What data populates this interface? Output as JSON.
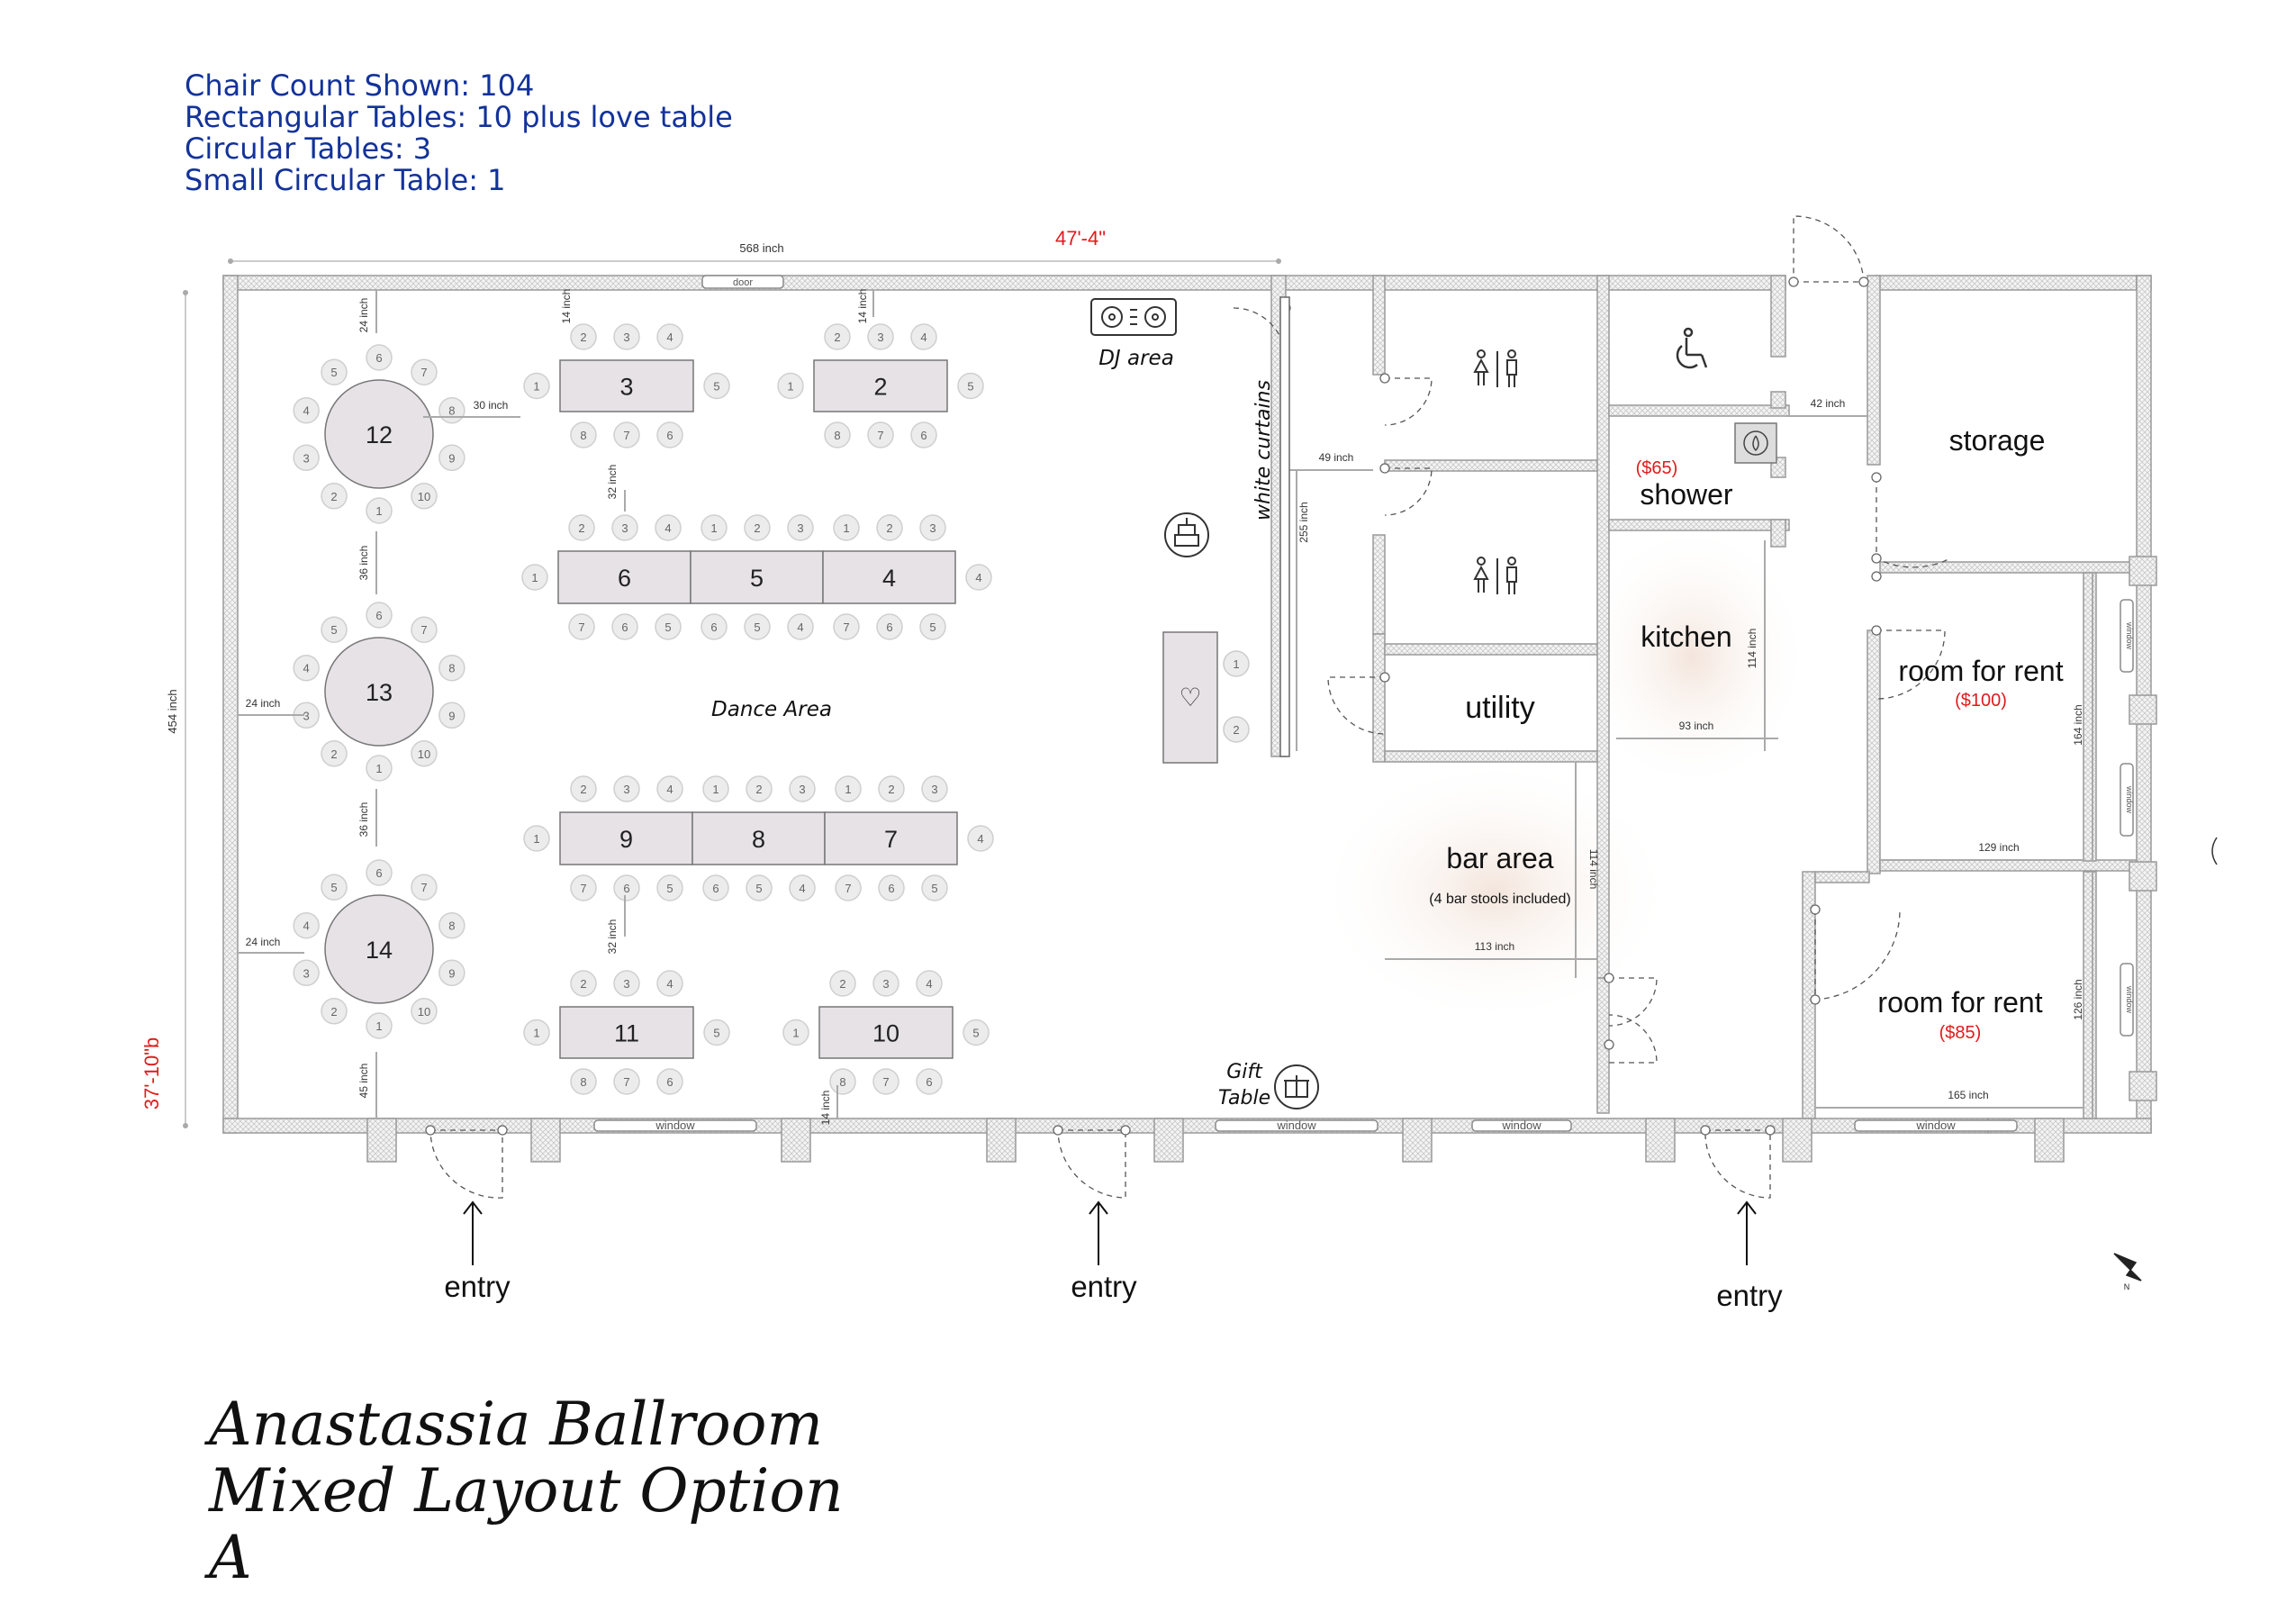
{
  "stats": [
    "Chair Count Shown: 104",
    "Rectangular Tables: 10 plus love table",
    "Circular Tables: 3",
    "Small Circular Table: 1"
  ],
  "title_lines": [
    "Anastassia Ballroom",
    "Mixed Layout Option",
    "A"
  ],
  "dims": {
    "total_width_in": "568 inch",
    "total_width_ft": "47'-4\"",
    "total_height_in": "454 inch",
    "total_height_ft": "37'-10\"b",
    "round_top": "24 inch",
    "round_right": "30 inch",
    "round_gap1": "36 inch",
    "round_gap2": "36 inch",
    "round_left13": "24 inch",
    "round_left14": "24 inch",
    "round_bottom": "45 inch",
    "t3_top": "14 inch",
    "t2_top": "14 inch",
    "t3_to_6": "32 inch",
    "t9_to_11": "32 inch",
    "t10_bottom": "14 inch",
    "curtain_gap": "49 inch",
    "curtain_len": "255 inch",
    "shower_gap": "42 inch",
    "kitchen_h": "114 inch",
    "kitchen_w": "93 inch",
    "bar_h": "114 inch",
    "bar_w": "113 inch",
    "rent1_h": "164 inch",
    "rent1_w": "129 inch",
    "rent2_h": "126 inch",
    "rent2_w": "165 inch"
  },
  "labels": {
    "door": "door",
    "window": "window",
    "dj": "DJ area",
    "dance": "Dance Area",
    "curtains": "white curtains",
    "gift": [
      "Gift",
      "Table"
    ],
    "utility": "utility",
    "bar": "bar area",
    "bar_note": "(4 bar stools included)",
    "kitchen": "kitchen",
    "shower": "shower",
    "shower_price": "($65)",
    "storage": "storage",
    "rent1": "room for  rent",
    "rent1_price": "($100)",
    "rent2": "room for  rent",
    "rent2_price": "($85)",
    "entry": "entry",
    "north": "N",
    "love_symbol": "♡"
  },
  "round_tables": [
    {
      "label": "12",
      "seats": [
        "1",
        "2",
        "3",
        "4",
        "5",
        "6",
        "7",
        "8",
        "9",
        "10"
      ]
    },
    {
      "label": "13",
      "seats": [
        "1",
        "2",
        "3",
        "4",
        "5",
        "6",
        "7",
        "8",
        "9",
        "10"
      ]
    },
    {
      "label": "14",
      "seats": [
        "1",
        "2",
        "3",
        "4",
        "5",
        "6",
        "7",
        "8",
        "9",
        "10"
      ]
    }
  ],
  "single_tables": [
    {
      "label": "3",
      "top": [
        "2",
        "3",
        "4"
      ],
      "bottom": [
        "8",
        "7",
        "6"
      ],
      "left": "1",
      "right": "5"
    },
    {
      "label": "2",
      "top": [
        "2",
        "3",
        "4"
      ],
      "bottom": [
        "8",
        "7",
        "6"
      ],
      "left": "1",
      "right": "5"
    },
    {
      "label": "11",
      "top": [
        "2",
        "3",
        "4"
      ],
      "bottom": [
        "8",
        "7",
        "6"
      ],
      "left": "1",
      "right": "5"
    },
    {
      "label": "10",
      "top": [
        "2",
        "3",
        "4"
      ],
      "bottom": [
        "8",
        "7",
        "6"
      ],
      "left": "1",
      "right": "5"
    }
  ],
  "table_rows": [
    {
      "labels": [
        "6",
        "5",
        "4"
      ],
      "top": [
        [
          "2",
          "3",
          "4"
        ],
        [
          "1",
          "2",
          "3"
        ],
        [
          "1",
          "2",
          "3"
        ]
      ],
      "bottom": [
        [
          "7",
          "6",
          "5"
        ],
        [
          "6",
          "5",
          "4"
        ],
        [
          "7",
          "6",
          "5"
        ]
      ],
      "left": "1",
      "right": "4"
    },
    {
      "labels": [
        "9",
        "8",
        "7"
      ],
      "top": [
        [
          "2",
          "3",
          "4"
        ],
        [
          "1",
          "2",
          "3"
        ],
        [
          "1",
          "2",
          "3"
        ]
      ],
      "bottom": [
        [
          "7",
          "6",
          "5"
        ],
        [
          "6",
          "5",
          "4"
        ],
        [
          "7",
          "6",
          "5"
        ]
      ],
      "left": "1",
      "right": "4"
    }
  ],
  "love_table_seats": [
    "1",
    "2"
  ],
  "colors": {
    "stats_text": "#13329a",
    "price_text": "#e01b1b",
    "dimension_red": "#e01b1b",
    "table_fill": "#e6e2e6",
    "chair_fill": "#ececec",
    "wall_fill": "#f4f4f4"
  }
}
